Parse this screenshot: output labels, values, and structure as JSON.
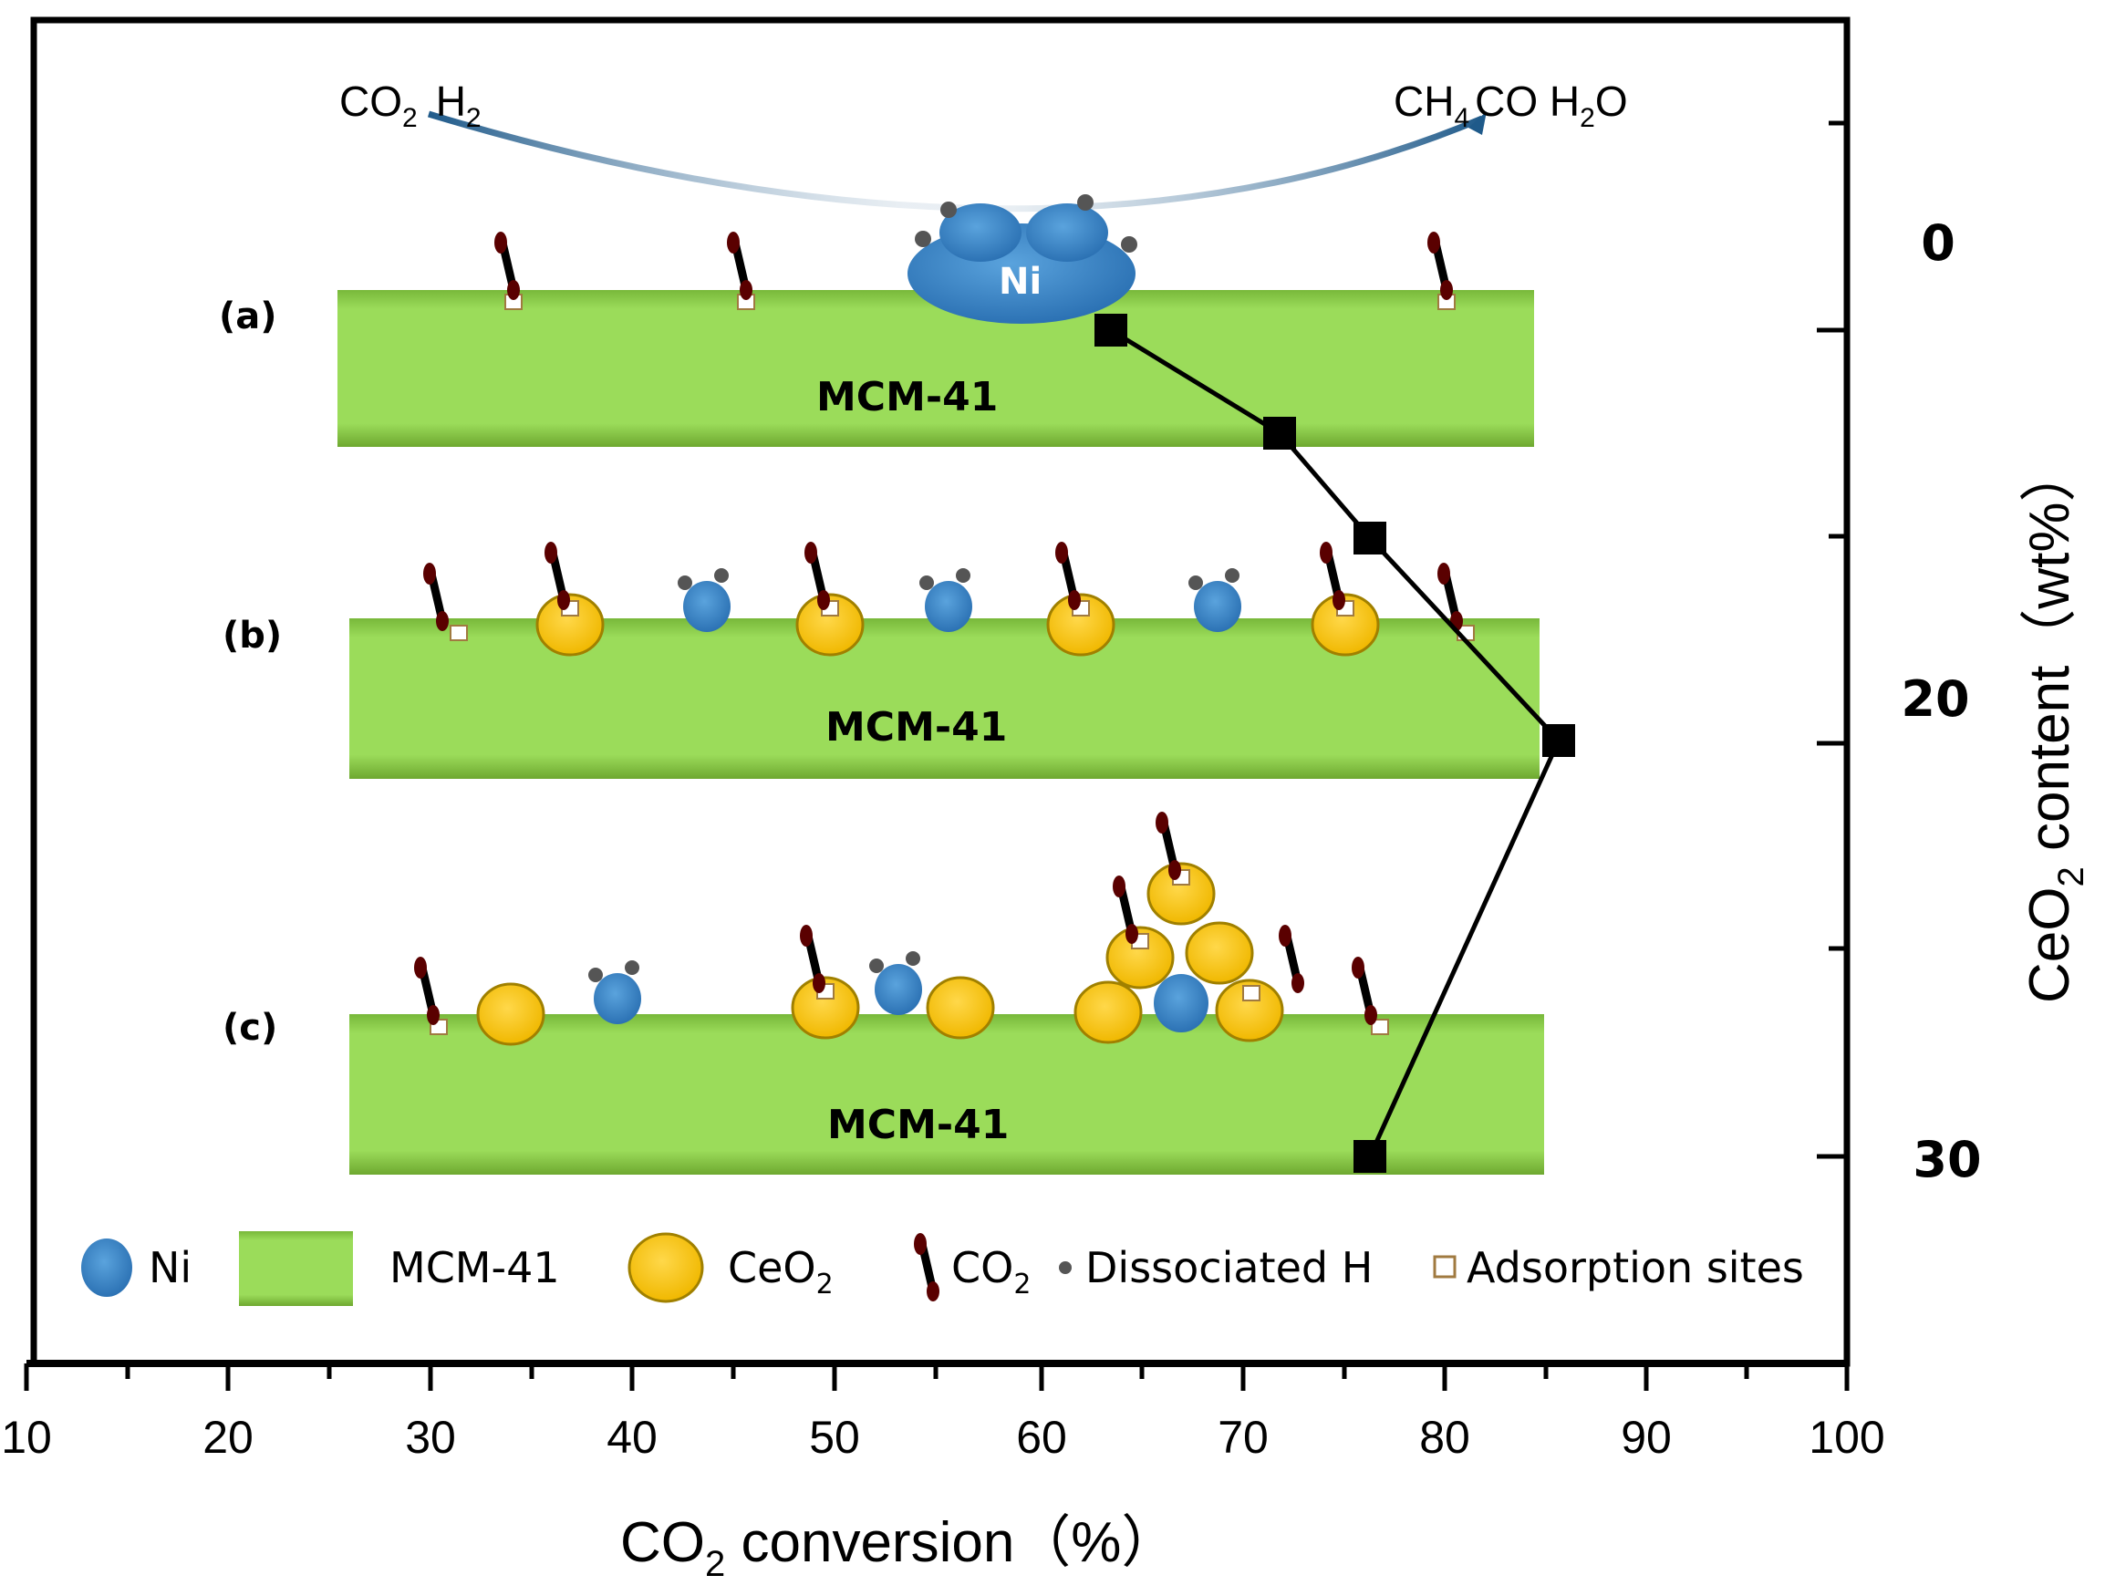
{
  "chart_data": {
    "type": "line",
    "title": "",
    "xlabel": "CO2 conversion (%)",
    "ylabel": "CeO2 content (wt%)",
    "xlim": [
      10,
      100
    ],
    "x_ticks": [
      10,
      20,
      30,
      40,
      50,
      60,
      70,
      80,
      90,
      100
    ],
    "y_tick_labels_right": [
      "0",
      "20",
      "30"
    ],
    "y_axis_position": "right",
    "y_inverted": true,
    "grid": false,
    "series": [
      {
        "name": "CO2 conversion vs CeO2 content",
        "marker": "filled-square",
        "color": "#000000",
        "points": [
          {
            "x": 63.4,
            "y": 0
          },
          {
            "x": 71.9,
            "y": 5
          },
          {
            "x": 76.3,
            "y": 10
          },
          {
            "x": 85.7,
            "y": 20
          },
          {
            "x": 76.3,
            "y": 30
          }
        ]
      }
    ],
    "legend": [
      {
        "label": "Ni",
        "symbol": "blue-sphere"
      },
      {
        "label": "MCM-41",
        "symbol": "green-rectangle"
      },
      {
        "label": "CeO2",
        "symbol": "yellow-sphere"
      },
      {
        "label": "CO2",
        "symbol": "co2-molecule"
      },
      {
        "label": "Dissociated H",
        "symbol": "grey-dot"
      },
      {
        "label": "Adsorption sites",
        "symbol": "hollow-square"
      }
    ],
    "legend_position": "bottom-inside",
    "annotations": [
      "(a)",
      "(b)",
      "(c)",
      "MCM-41",
      "Ni",
      "CO2 H2",
      "CH4 CO H2O"
    ]
  },
  "axes": {
    "x_title_main": "CO",
    "x_title_sub": "2",
    "x_title_rest": " conversion（%）",
    "y_title_main": "CeO",
    "y_title_sub": "2",
    "y_title_rest": " content（wt%）",
    "x_tick_labels": [
      "10",
      "20",
      "30",
      "40",
      "50",
      "60",
      "70",
      "80",
      "90",
      "100"
    ],
    "y_tick_labels": [
      "0",
      "20",
      "30"
    ]
  },
  "reaction": {
    "reactants_a": "CO",
    "reactants_a_sub": "2",
    "reactants_b": "H",
    "reactants_b_sub": "2",
    "products_a": "CH",
    "products_a_sub": "4",
    "products_b": "CO H",
    "products_b_sub": "2",
    "products_c": "O"
  },
  "panels": [
    {
      "label": "(a)",
      "support": "MCM-41",
      "ni_label": "Ni"
    },
    {
      "label": "(b)",
      "support": "MCM-41"
    },
    {
      "label": "(c)",
      "support": "MCM-41"
    }
  ],
  "legend": {
    "ni": "Ni",
    "mcm": "MCM-41",
    "ceo2_main": "CeO",
    "ceo2_sub": "2",
    "co2_main": "CO",
    "co2_sub": "2",
    "h": "Dissociated H",
    "sites": "Adsorption sites"
  },
  "colors": {
    "support_green": "#8fd14f",
    "support_dark": "#6aa82a",
    "ni_blue": "#3a86c8",
    "ceo2_yellow": "#f5c518",
    "co2_dark": "#5a0000",
    "h_grey": "#555555",
    "line": "#000000"
  }
}
